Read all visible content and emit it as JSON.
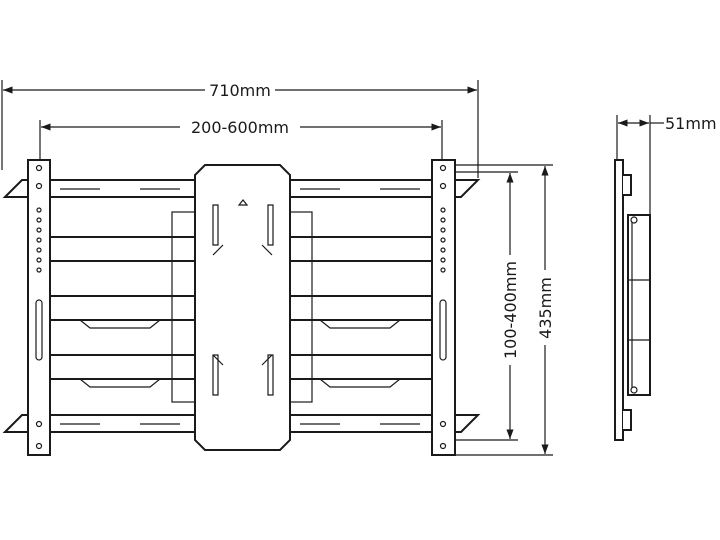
{
  "dimensions": {
    "overall_width": "710mm",
    "arm_span": "200-600mm",
    "vesa_height": "100-400mm",
    "overall_height": "435mm",
    "depth": "51mm"
  }
}
